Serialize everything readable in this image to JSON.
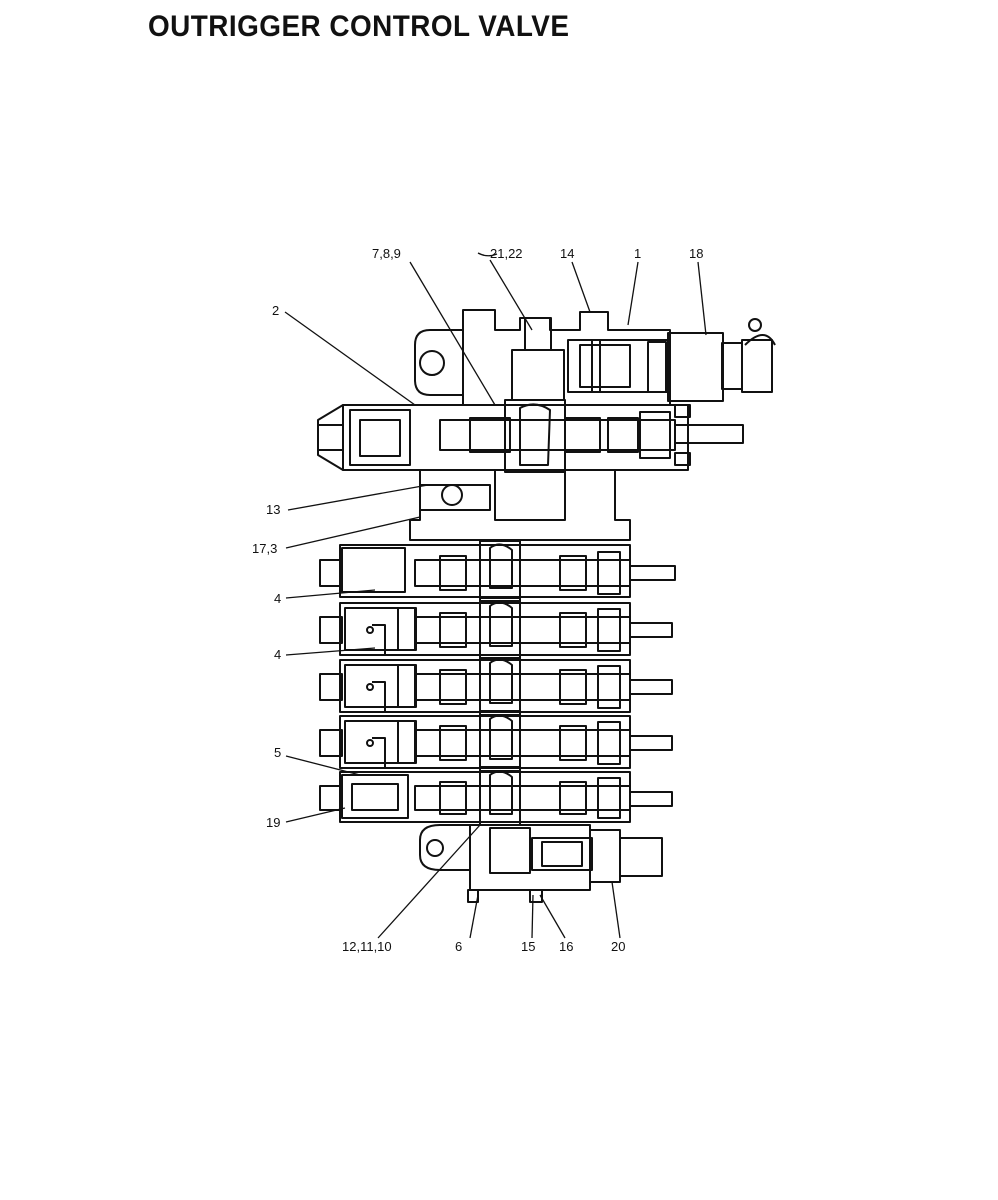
{
  "page": {
    "title": "OUTRIGGER CONTROL VALVE"
  },
  "callouts": [
    {
      "id": "c-789",
      "text": "7,8,9"
    },
    {
      "id": "c-2122",
      "text": "21,22"
    },
    {
      "id": "c-14",
      "text": "14"
    },
    {
      "id": "c-1",
      "text": "1"
    },
    {
      "id": "c-18",
      "text": "18"
    },
    {
      "id": "c-2",
      "text": "2"
    },
    {
      "id": "c-13",
      "text": "13"
    },
    {
      "id": "c-173",
      "text": "17,3"
    },
    {
      "id": "c-4a",
      "text": "4"
    },
    {
      "id": "c-4b",
      "text": "4"
    },
    {
      "id": "c-5",
      "text": "5"
    },
    {
      "id": "c-19",
      "text": "19"
    },
    {
      "id": "c-121110",
      "text": "12,11,10"
    },
    {
      "id": "c-6",
      "text": "6"
    },
    {
      "id": "c-15",
      "text": "15"
    },
    {
      "id": "c-16",
      "text": "16"
    },
    {
      "id": "c-20",
      "text": "20"
    }
  ]
}
